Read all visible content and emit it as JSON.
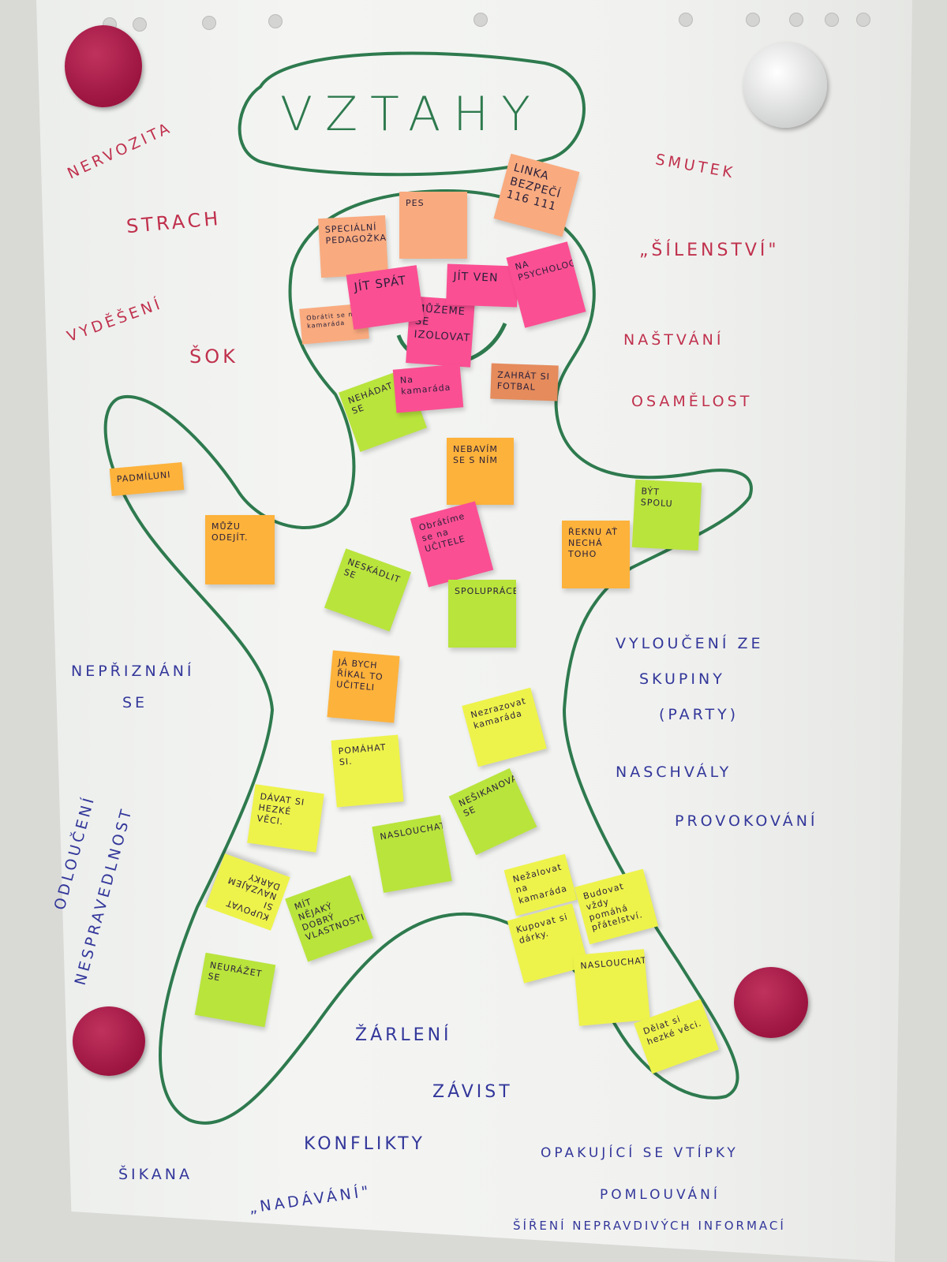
{
  "title": "VZTAHY",
  "emotions": [
    "NERVOZITA",
    "STRACH",
    "VYDĚŠENÍ",
    "ŠOK",
    "SMUTEK",
    "„ŠÍLENSTVÍ\"",
    "NAŠTVÁNÍ",
    "OSAMĚLOST"
  ],
  "problems": [
    "NEPŘIZNÁNÍ",
    "SE",
    "VYLOUČENÍ ZE",
    "SKUPINY",
    "(PARTY)",
    "NASCHVÁLY",
    "PROVOKOVÁNÍ",
    "ODLOUČENÍ",
    "NESPRAVEDLNOST",
    "ŽÁRLENÍ",
    "ZÁVIST",
    "KONFLIKTY",
    "ŠIKANA",
    "„NADÁVÁNÍ\"",
    "OPAKUJÍCÍ SE VTÍPKY",
    "POMLOUVÁNÍ",
    "ŠÍŘENÍ NEPRAVDIVÝCH INFORMACÍ"
  ],
  "notes": [
    "SPECIÁLNÍ PEDAGOŽKA",
    "PES",
    "LINKA BEZPEČÍ 116 111",
    "JÍT SPÁT",
    "JÍT VEN",
    "NA PSYCHOLOGA",
    "Obrátit se na kamaráda",
    "MŮŽEME SE IZOLOVAT",
    "ZAHRÁT SI FOTBAL",
    "Na kamaráda",
    "NEHÁDAT SE",
    "PADMÍLUNI",
    "MŮŽU ODEJÍT.",
    "NEBAVÍM SE S NÍM",
    "Obrátíme se na UČITELE",
    "ŘEKNU AŤ NECHÁ TOHO",
    "BÝT SPOLU",
    "NESKÁDLIT SE",
    "SPOLUPRÁCE",
    "JÁ BYCH ŘÍKAL TO UČITELI",
    "Nezrazovat kamaráda",
    "POMÁHAT SI.",
    "DÁVAT SI HEZKÉ VĚCI.",
    "NEŠIKANOVAT SE",
    "NASLOUCHAT",
    "KUPOVAT SI NAVZÁJEM DÁRKY",
    "MÍT NĚJAKÝ DOBRÝ VLASTNOSTI",
    "NEURÁŽET SE",
    "Nežalovat na kamaráda",
    "Budovat vždy pomáhá přátelství.",
    "Kupovat si dárky.",
    "NASLOUCHAT.",
    "Dělat si hezké věci."
  ],
  "colors": {
    "marker_green": "#2e7a4e",
    "marker_red": "#c0314d",
    "marker_blue": "#33379a"
  }
}
